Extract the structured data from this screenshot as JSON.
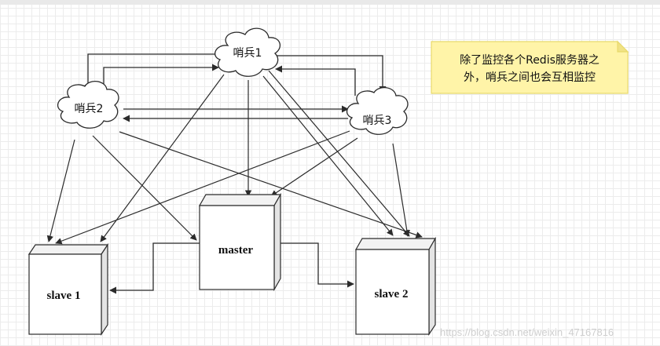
{
  "sentinels": {
    "s1": "哨兵1",
    "s2": "哨兵2",
    "s3": "哨兵3"
  },
  "servers": {
    "master": "master",
    "slave1": "slave 1",
    "slave2": "slave 2"
  },
  "note": {
    "line1": "除了监控各个Redis服务器之",
    "line2": "外，哨兵之间也会互相监控"
  },
  "watermark": "https://blog.csdn.net/weixin_47167816",
  "colors": {
    "line": "#2b2b2b",
    "note_fill": "#fff4a8",
    "note_stroke": "#e8d96b"
  }
}
